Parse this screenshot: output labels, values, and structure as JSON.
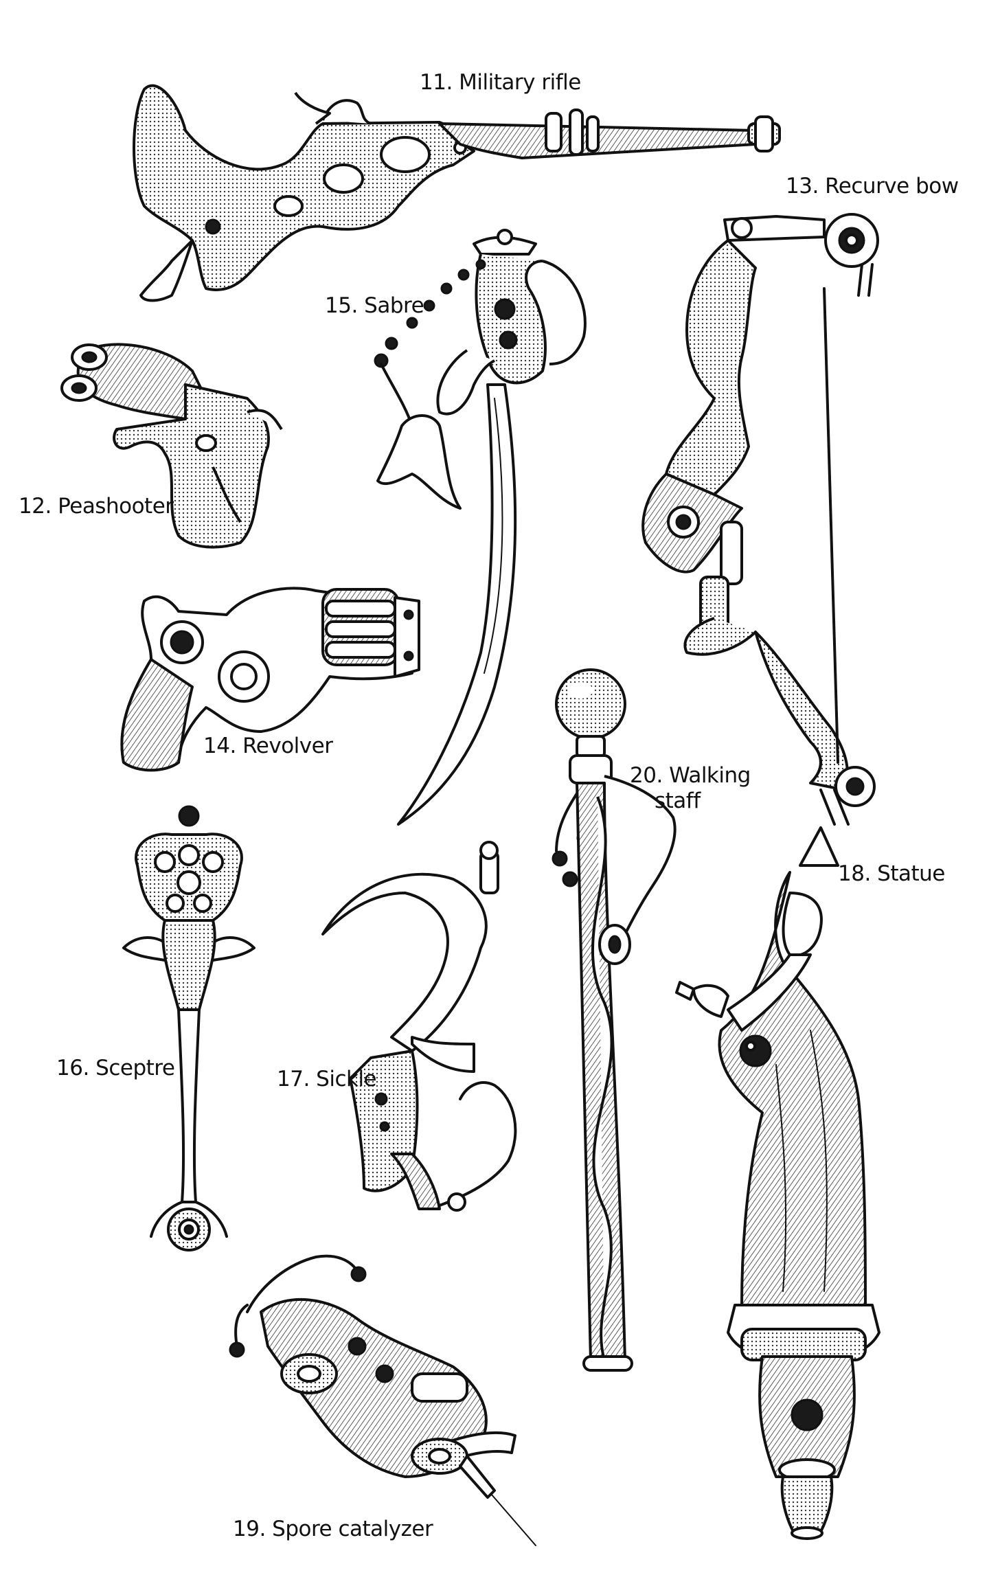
{
  "labels": {
    "item11": "11. Military rifle",
    "item12": "12. Peashooter",
    "item13": "13. Recurve bow",
    "item14": "14. Revolver",
    "item15": "15. Sabre",
    "item16": "16. Sceptre",
    "item17": "17. Sickle",
    "item18": "18. Statue",
    "item19": "19. Spore catalyzer",
    "item20_line1": "20. Walking",
    "item20_line2": "staff"
  }
}
